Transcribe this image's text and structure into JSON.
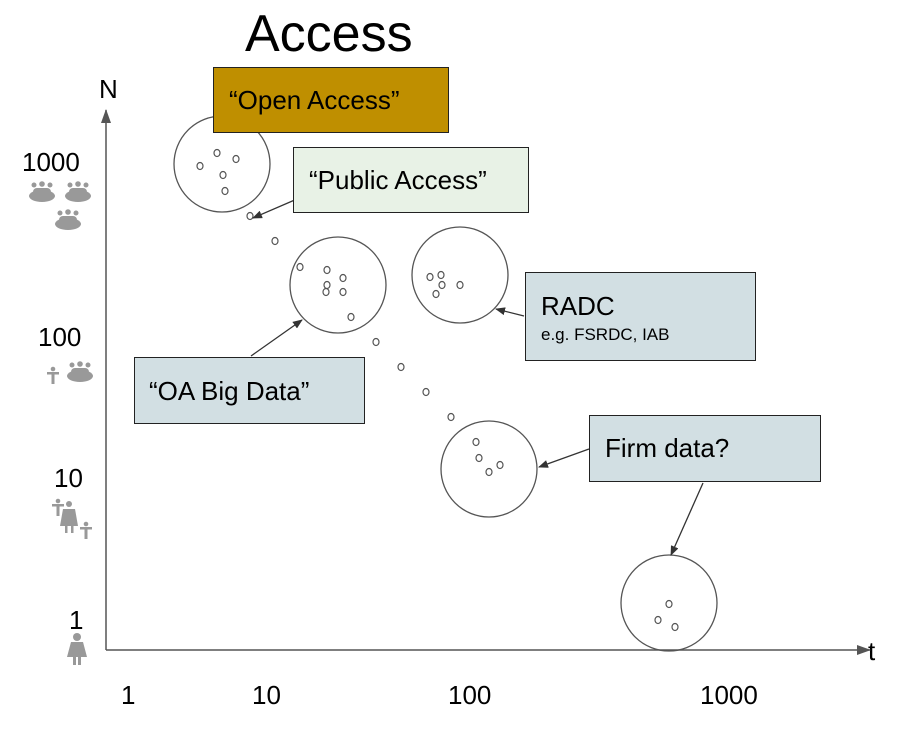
{
  "title": "Access",
  "axes": {
    "y_label": "N",
    "x_label": "t"
  },
  "y_ticks": [
    "1000",
    "100",
    "10",
    "1"
  ],
  "x_ticks": [
    "1",
    "10",
    "100",
    "1000"
  ],
  "callouts": {
    "open_access": {
      "text": "“Open Access”",
      "fill": "#bf8f00"
    },
    "public_access": {
      "text": "“Public Access”",
      "fill": "#e8f2e6"
    },
    "radc": {
      "text": "RADC",
      "subtext": "e.g. FSRDC, IAB",
      "fill": "#d2dfe3"
    },
    "oa_big_data": {
      "text": "“OA Big Data”",
      "fill": "#d2dfe3"
    },
    "firm_data": {
      "text": "Firm data?",
      "fill": "#d2dfe3"
    }
  },
  "icons": [
    "crowd-icon",
    "person-icon"
  ],
  "colors": {
    "axis": "#555555",
    "icon_gray": "#999999"
  }
}
